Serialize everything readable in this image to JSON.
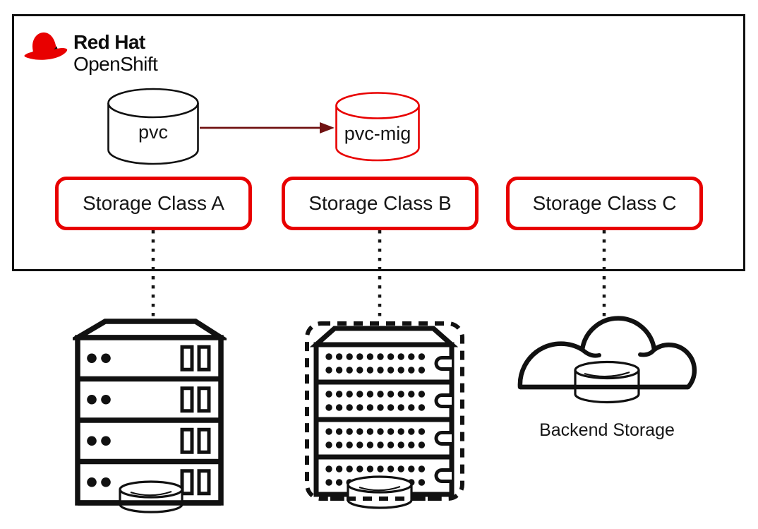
{
  "logo": {
    "brand": "Red Hat",
    "product": "OpenShift",
    "icon": "red-hat-fedora-icon"
  },
  "cluster": {
    "pvc_source": {
      "label": "pvc",
      "shape": "cylinder"
    },
    "pvc_target": {
      "label": "pvc-mig",
      "shape": "cylinder"
    },
    "migration_arrow": {
      "from": "pvc",
      "to": "pvc-mig"
    },
    "storage_classes": [
      {
        "label": "Storage Class A"
      },
      {
        "label": "Storage Class B"
      },
      {
        "label": "Storage Class C"
      }
    ]
  },
  "backends": {
    "rack_solid": {
      "icon": "server-rack-icon"
    },
    "rack_dashed": {
      "icon": "server-rack-dashed-icon"
    },
    "cloud": {
      "icon": "cloud-storage-icon",
      "label": "Backend Storage"
    }
  },
  "colors": {
    "brand_red": "#e80000",
    "migration_arrow": "#701212",
    "ink": "#151515",
    "outline": "#111111",
    "background": "#ffffff"
  }
}
